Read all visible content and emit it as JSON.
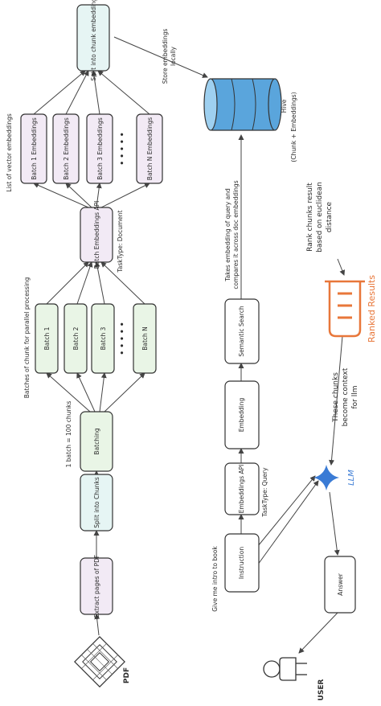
{
  "nodes": {
    "pdf": "PDF",
    "extract": "Extract pages of PDF",
    "split_chunks": "Split into Chunks",
    "batching": "Batching",
    "batch1": "Batch 1",
    "batch2": "Batch 2",
    "batch3": "Batch 3",
    "batchN": "Batch N",
    "batch_api": "Batch Embeddings API",
    "emb1": "Batch 1 Embeddings",
    "emb2": "Batch 2 Embeddings",
    "emb3": "Batch 3 Embeddings",
    "embN": "Batch N Embeddings",
    "split_chunk_emb": "Split into chunk embeddings",
    "user": "USER",
    "answer": "Answer",
    "instruction": "Instruction",
    "emb_api": "Embeddings API",
    "embedding": "Embedding",
    "semantic": "Semantic Search",
    "llm": "LLM",
    "ranked": "Ranked Results"
  },
  "annotations": {
    "one_batch": "1 batch = 100 chunks",
    "batches_parallel": "Batches of chunk for parallel processing",
    "task_doc": "TaskType: Document",
    "list_vector": "List of vector embeddings",
    "store_local_1": "Store embeddings",
    "store_local_2": "locally",
    "give_me": "Give me intro to book",
    "task_query": "TaskType: Query",
    "takes_1": "Takes embedding of query and",
    "takes_2": "compares it across doc embeddings",
    "hive_1": "Hive",
    "hive_2": "(Chunk + Embeddings)",
    "rank_1": "Rank chunks result",
    "rank_2": "based on euclidean",
    "rank_3": "distance",
    "these_1": "These chunks",
    "these_2": "become context",
    "these_3": "for llm",
    "dots": "• • • • •"
  },
  "colors": {
    "green_box": "#e9f5e6",
    "cyan_box": "#e6f5f4",
    "purple_box": "#f2eaf5",
    "white_box": "#ffffff",
    "db_blue": "#5aa5dc",
    "llm_blue": "#3a7bd5",
    "ranked_orange": "#e8773a"
  },
  "icons": [
    "pdf-icon",
    "database-icon",
    "user-icon",
    "llm-sparkle-icon",
    "ranked-results-icon"
  ]
}
